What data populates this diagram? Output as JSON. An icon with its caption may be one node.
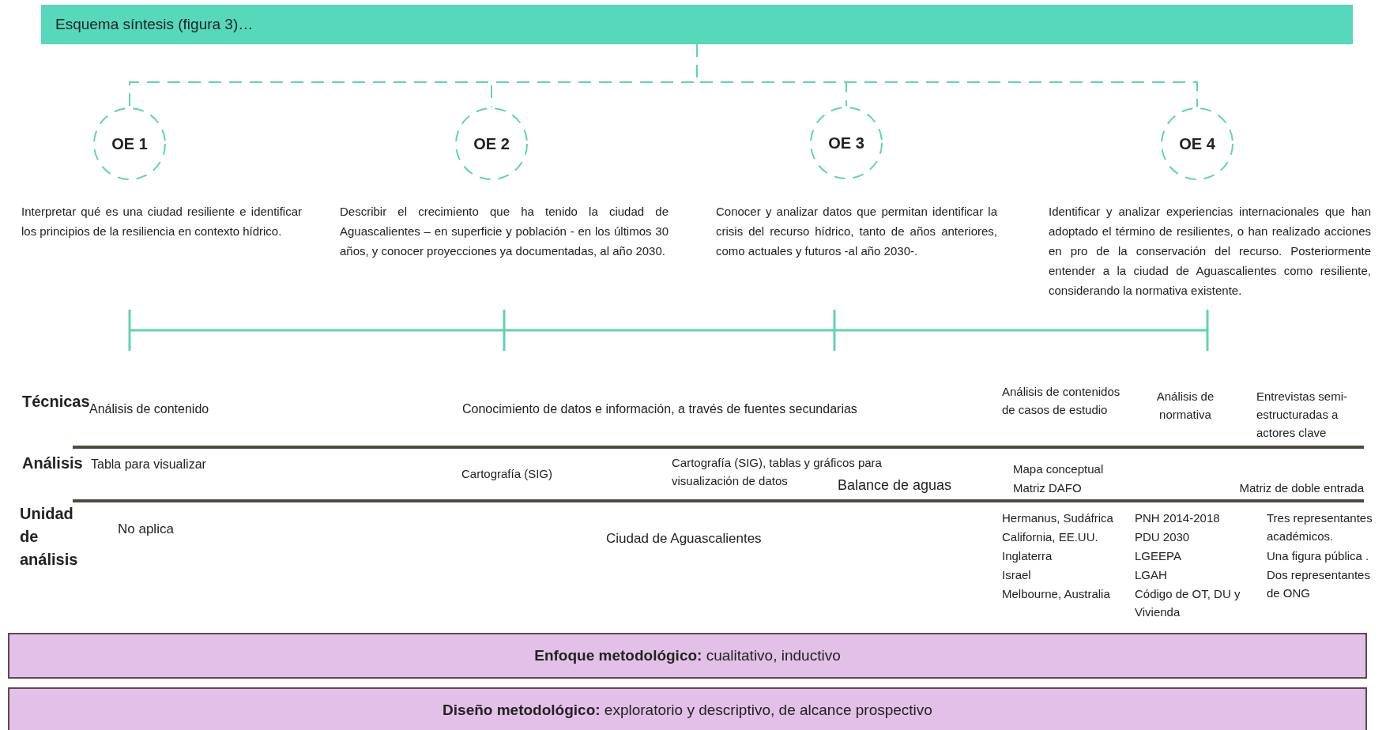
{
  "diagram": {
    "nodes": [
      {
        "text": [
          "Esquema síntesis (figura 3)…"
        ]
      },
      {
        "text": [
          "OE 1"
        ],
        "beside": [
          "Interpretar qué es una ciudad resiliente e identificar los principios de la resiliencia en contexto hídrico."
        ]
      },
      {
        "text": [
          "OE 2"
        ],
        "beside": [
          "Describir el crecimiento que ha tenido la ciudad de Aguascalientes – en superficie y población - en los últimos 30 años, y conocer proyecciones ya documentadas, al año 2030."
        ]
      },
      {
        "text": [
          "OE 3"
        ],
        "beside": [
          "Conocer y analizar datos que permitan identificar la crisis del recurso hídrico, tanto de años anteriores, como actuales y futuros -al año 2030-."
        ]
      },
      {
        "text": [
          "OE 4"
        ],
        "beside": [
          "Identificar y analizar experiencias internacionales que han adoptado el término de resilientes, o han realizado acciones en pro de la conservación del recurso. Posteriormente entender a la ciudad de Aguascalientes como resiliente, considerando la normativa existente."
        ]
      },
      {
        "text": [
          "**Enfoque metodológico:** cualitativo, inductivo"
        ]
      },
      {
        "text": [
          "**Diseño metodológico:** exploratorio y descriptivo, de alcance prospectivo"
        ]
      }
    ],
    "edges": [
      {
        "from": 0,
        "to": 1,
        "arrow": "none",
        "style": "dashed"
      },
      {
        "from": 0,
        "to": 2,
        "arrow": "none",
        "style": "dashed"
      },
      {
        "from": 0,
        "to": 3,
        "arrow": "none",
        "style": "dashed"
      },
      {
        "from": 0,
        "to": 4,
        "arrow": "none",
        "style": "dashed"
      }
    ],
    "labels": [
      "Técnicas",
      "Análisis de contenido",
      "Conocimiento de datos e información, a través de fuentes secundarias",
      "Análisis de contenidos de casos de estudio",
      "Análisis de normativa",
      "Entrevistas semi-estructuradas a actores clave",
      "Análisis",
      "Tabla para visualizar",
      "Cartografía (SIG)",
      "Cartografía (SIG), tablas y gráficos para visualización de datos",
      "Balance de aguas",
      "Mapa conceptual",
      "Matriz DAFO",
      "Matriz de doble entrada",
      "Unidad de análisis",
      "No aplica",
      "Ciudad de Aguascalientes",
      "Hermanus, Sudáfrica",
      "California, EE.UU.",
      "Inglaterra",
      "Israel",
      "Melbourne, Australia",
      "PNH 2014-2018",
      "PDU 2030",
      "LGEEPA",
      "LGAH",
      "Código de OT, DU y Vivienda",
      "Tres representantes académicos.",
      "Una figura pública .",
      "Dos representantes de ONG"
    ]
  }
}
